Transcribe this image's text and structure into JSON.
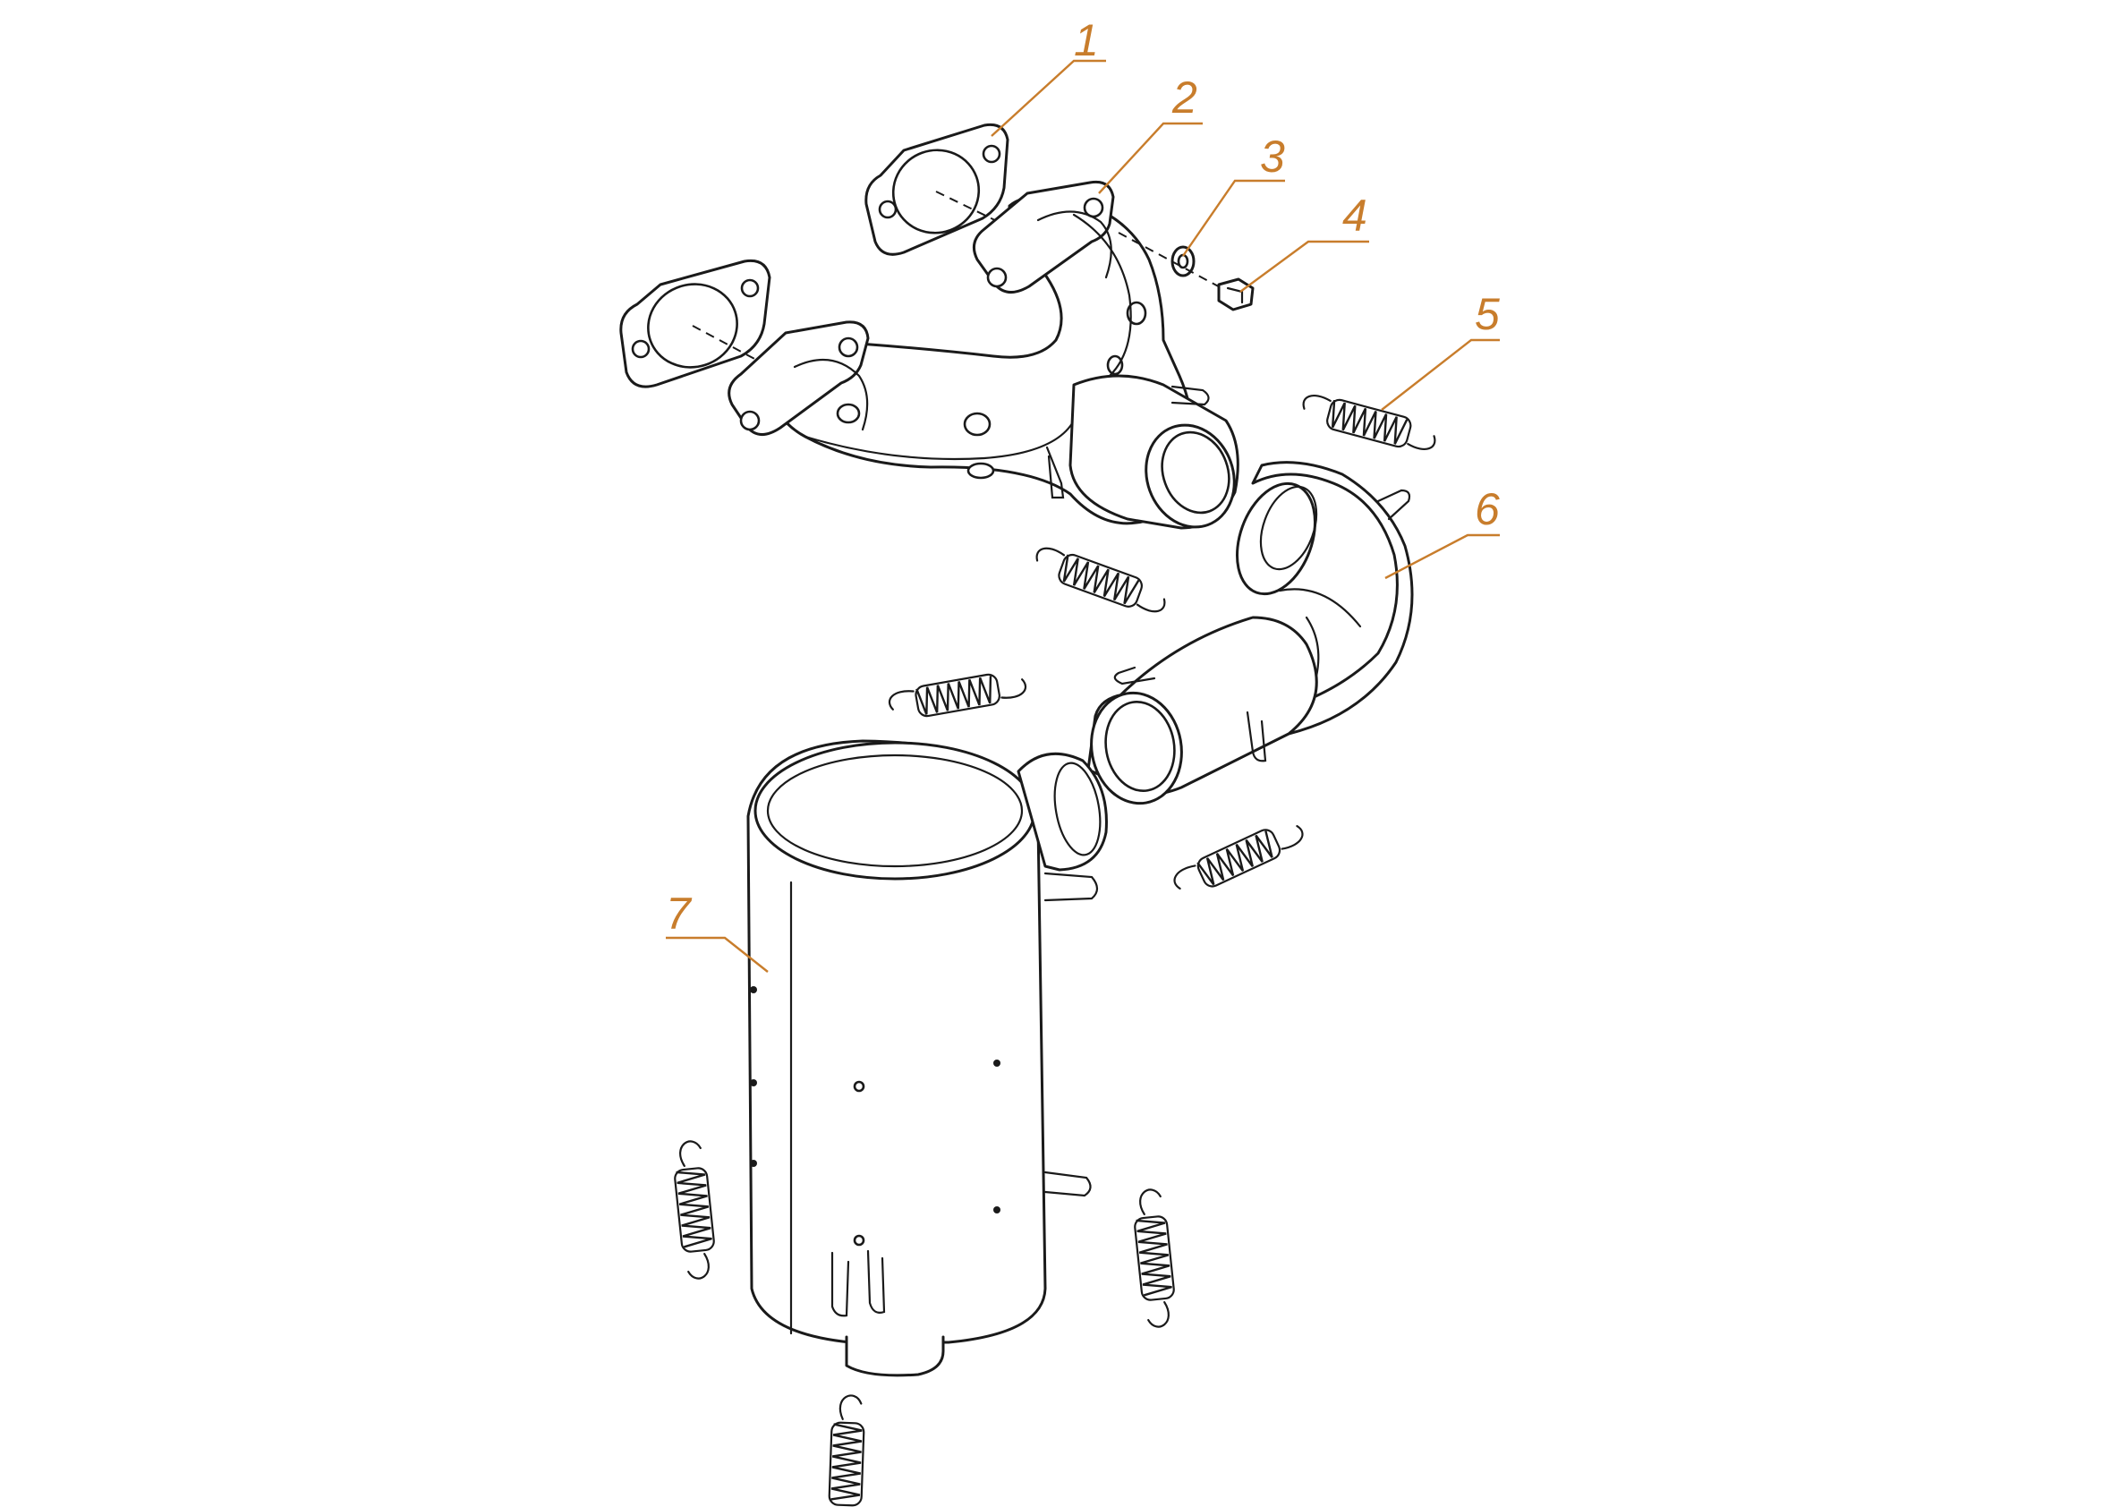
{
  "callouts": [
    {
      "id": "1",
      "label": "1"
    },
    {
      "id": "2",
      "label": "2"
    },
    {
      "id": "3",
      "label": "3"
    },
    {
      "id": "4",
      "label": "4"
    },
    {
      "id": "5",
      "label": "5"
    },
    {
      "id": "6",
      "label": "6"
    },
    {
      "id": "7",
      "label": "7"
    }
  ],
  "colors": {
    "callout": "#c87d2c",
    "line": "#1a1a1a",
    "background": "#ffffff"
  }
}
